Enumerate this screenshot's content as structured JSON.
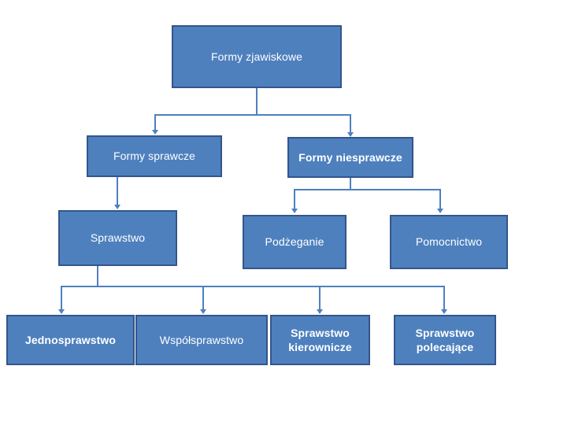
{
  "diagram": {
    "title": "Formy zjawiskowe",
    "type": "hierarchy-tree",
    "colors": {
      "node_fill": "#4E80BE",
      "node_border": "#34558B",
      "node_text": "#FFFFFF",
      "connector": "#4E80BE",
      "background": "#FFFFFF"
    },
    "nodes": [
      {
        "id": "root",
        "label": "Formy zjawiskowe",
        "level": 0
      },
      {
        "id": "sprawcze",
        "label": "Formy sprawcze",
        "level": 1
      },
      {
        "id": "niesprawcze",
        "label": "Formy niesprawcze",
        "level": 1
      },
      {
        "id": "sprawstwo",
        "label": "Sprawstwo",
        "level": 2
      },
      {
        "id": "podzeganie",
        "label": "Podżeganie",
        "level": 2
      },
      {
        "id": "pomocnictwo",
        "label": "Pomocnictwo",
        "level": 2
      },
      {
        "id": "jednosprawstwo",
        "label": "Jednosprawstwo",
        "level": 3
      },
      {
        "id": "wspolsprawstwo",
        "label": "Współsprawstwo",
        "level": 3
      },
      {
        "id": "kierownicze",
        "label": "Sprawstwo\nkierownicze",
        "level": 3
      },
      {
        "id": "polecajace",
        "label": "Sprawstwo\npolecające",
        "level": 3
      }
    ],
    "edges": [
      {
        "from": "root",
        "to": "sprawcze"
      },
      {
        "from": "root",
        "to": "niesprawcze"
      },
      {
        "from": "sprawcze",
        "to": "sprawstwo"
      },
      {
        "from": "niesprawcze",
        "to": "podzeganie"
      },
      {
        "from": "niesprawcze",
        "to": "pomocnictwo"
      },
      {
        "from": "sprawstwo",
        "to": "jednosprawstwo"
      },
      {
        "from": "sprawstwo",
        "to": "wspolsprawstwo"
      },
      {
        "from": "sprawstwo",
        "to": "kierownicze"
      },
      {
        "from": "sprawstwo",
        "to": "polecajace"
      }
    ]
  }
}
